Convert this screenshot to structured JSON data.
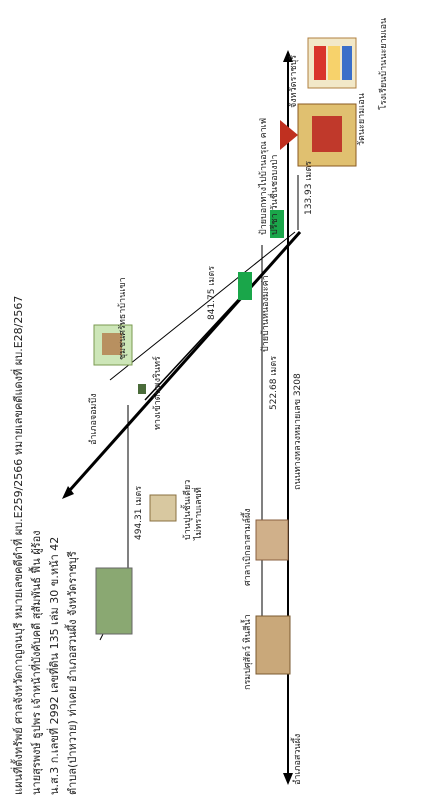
{
  "header": {
    "line1": "แผนที่ตั้งทรัพย์ ศาลจังหวัดกาญจนบุรี หมายเลขคดีดำที่ ผบ.E259/2566 หมายเลขคดีแดงที่ ผบ.E28/2567",
    "line2": "นายสุรพงษ์ ธูปพร เจ้าหน้าที่บังคับคดี สุสัมพันธ์ ฟื้น ผู้ร้อง",
    "line3": "น.ส.3 ก.เลขที่ 2992 เลขที่ดิน 135 เล่ม 30 ข.หน้า 42",
    "line4": "ตำบล(ป่าหวาย) ท่าเคย อำเภอสวนผึ้ง จังหวัดราชบุรี"
  },
  "labels": {
    "top_right_place": "จังหวัดราชบุรี",
    "school": "โรงเรียนบ้านนะยามเอน",
    "temple": "วัดนะยามเอน",
    "cafe_sign": "ป้ายบอกทางไปบ้านอรุณ คาเฟ่\nปรีชา วันชื่นชอบงป่า",
    "distance_top": "133.93 เมตร",
    "distance_diag": "841.75 เมตร",
    "farm": "ชุมชนศรัทธาบ้านเขา",
    "village_sign": "ป้ายบ้านหนองมะค่า",
    "distance_center": "522.68 เมตร",
    "highway": "ถนนทางหลวงหมายเลข 3208",
    "amphoe_top": "อำเภอจอมบึง",
    "junction": "ทางเข้าต้นพงรินทร์",
    "distance_left": "494.31 เมตร",
    "house_caption": "บ้านปูนชั้นเดียว\nไม่ทราบเลขที่",
    "chicken_farm": "ศาลาเบิกอาสามล์ผึ้ง",
    "coop": "กรมปศุสัตว์ หินสีน้ำ",
    "amphoe_bottom": "อำเภอสวนผึ้ง"
  },
  "colors": {
    "road": "#000000",
    "sign": "#1aa64a",
    "building": "#caa86a"
  }
}
